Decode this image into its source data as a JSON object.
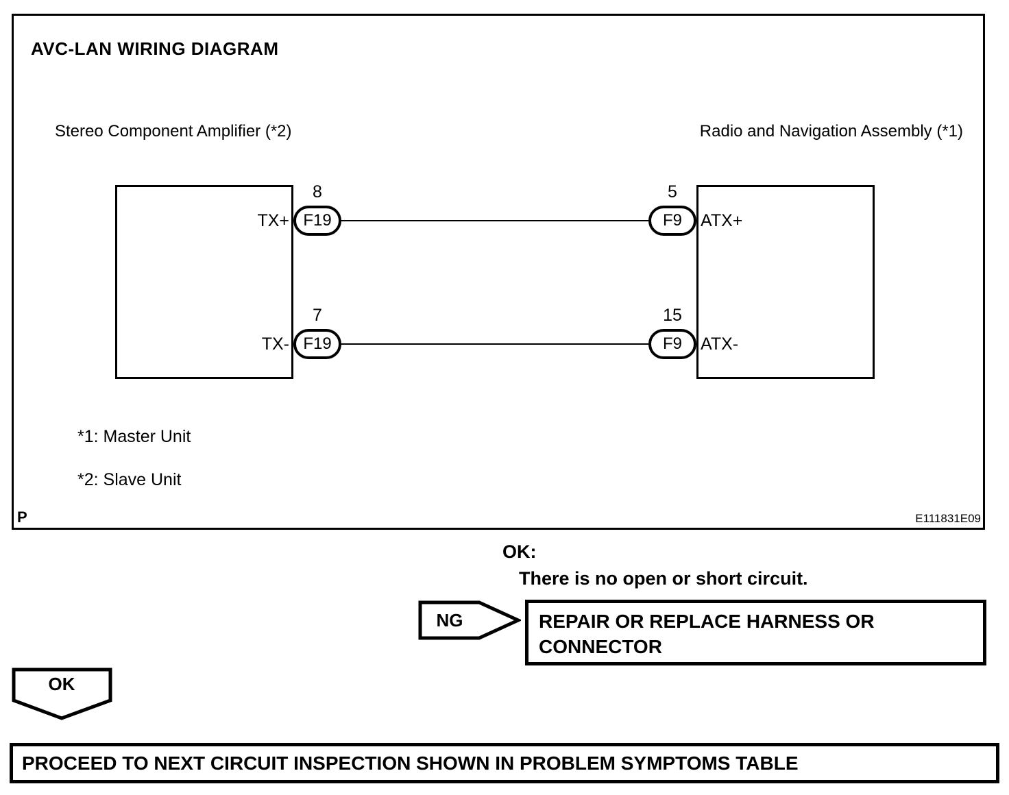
{
  "page": {
    "background_color": "#ffffff",
    "ink_color": "#000000"
  },
  "diagram": {
    "title": "AVC-LAN WIRING DIAGRAM",
    "left_component_label": "Stereo Component Amplifier (*2)",
    "right_component_label": "Radio and Navigation Assembly (*1)",
    "connections": [
      {
        "left_signal": "TX+",
        "left_pin": "8",
        "left_connector": "F19",
        "right_pin": "5",
        "right_connector": "F9",
        "right_signal": "ATX+"
      },
      {
        "left_signal": "TX-",
        "left_pin": "7",
        "left_connector": "F19",
        "right_pin": "15",
        "right_connector": "F9",
        "right_signal": "ATX-"
      }
    ],
    "notes": [
      "*1: Master Unit",
      "*2: Slave Unit"
    ],
    "page_marker": "P",
    "figure_code": "E111831E09"
  },
  "flow": {
    "ok_heading": "OK:",
    "ok_condition": "There is no open or short circuit.",
    "ng_badge_label": "NG",
    "ng_action": "REPAIR OR REPLACE HARNESS OR CONNECTOR",
    "ok_badge_label": "OK",
    "next_step": "PROCEED TO NEXT CIRCUIT INSPECTION SHOWN IN PROBLEM SYMPTOMS TABLE"
  }
}
